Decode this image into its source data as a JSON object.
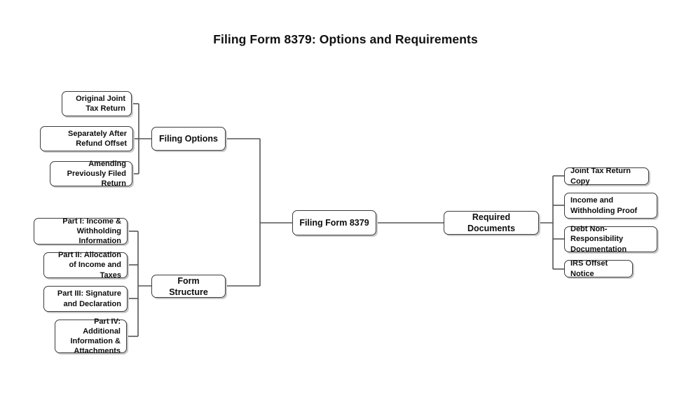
{
  "title": "Filing Form 8379: Options and Requirements",
  "theme": {
    "background": "#ffffff",
    "node_border": "#3c3c3c",
    "node_fill": "#ffffff",
    "node_shadow": "#c9c9c9",
    "text": "#0d0d0d",
    "connector": "#555555"
  },
  "nodes": {
    "root": {
      "label": "Filing Form 8379"
    },
    "branches": [
      {
        "label": "Filing Options"
      },
      {
        "label": "Form Structure"
      },
      {
        "label": "Required Documents"
      }
    ],
    "filing_options": [
      {
        "label": "Original Joint Tax Return"
      },
      {
        "label": "Separately After Refund Offset"
      },
      {
        "label": "Amending Previously Filed Return"
      }
    ],
    "form_structure": [
      {
        "label": "Part I: Income & Withholding Information"
      },
      {
        "label": "Part II: Allocation of Income and Taxes"
      },
      {
        "label": "Part III: Signature and Declaration"
      },
      {
        "label": "Part IV: Additional Information & Attachments"
      }
    ],
    "required_documents": [
      {
        "label": "Joint Tax Return Copy"
      },
      {
        "label": "Income and Withholding Proof"
      },
      {
        "label": "Debt Non-Responsibility Documentation"
      },
      {
        "label": "IRS Offset Notice"
      }
    ]
  }
}
